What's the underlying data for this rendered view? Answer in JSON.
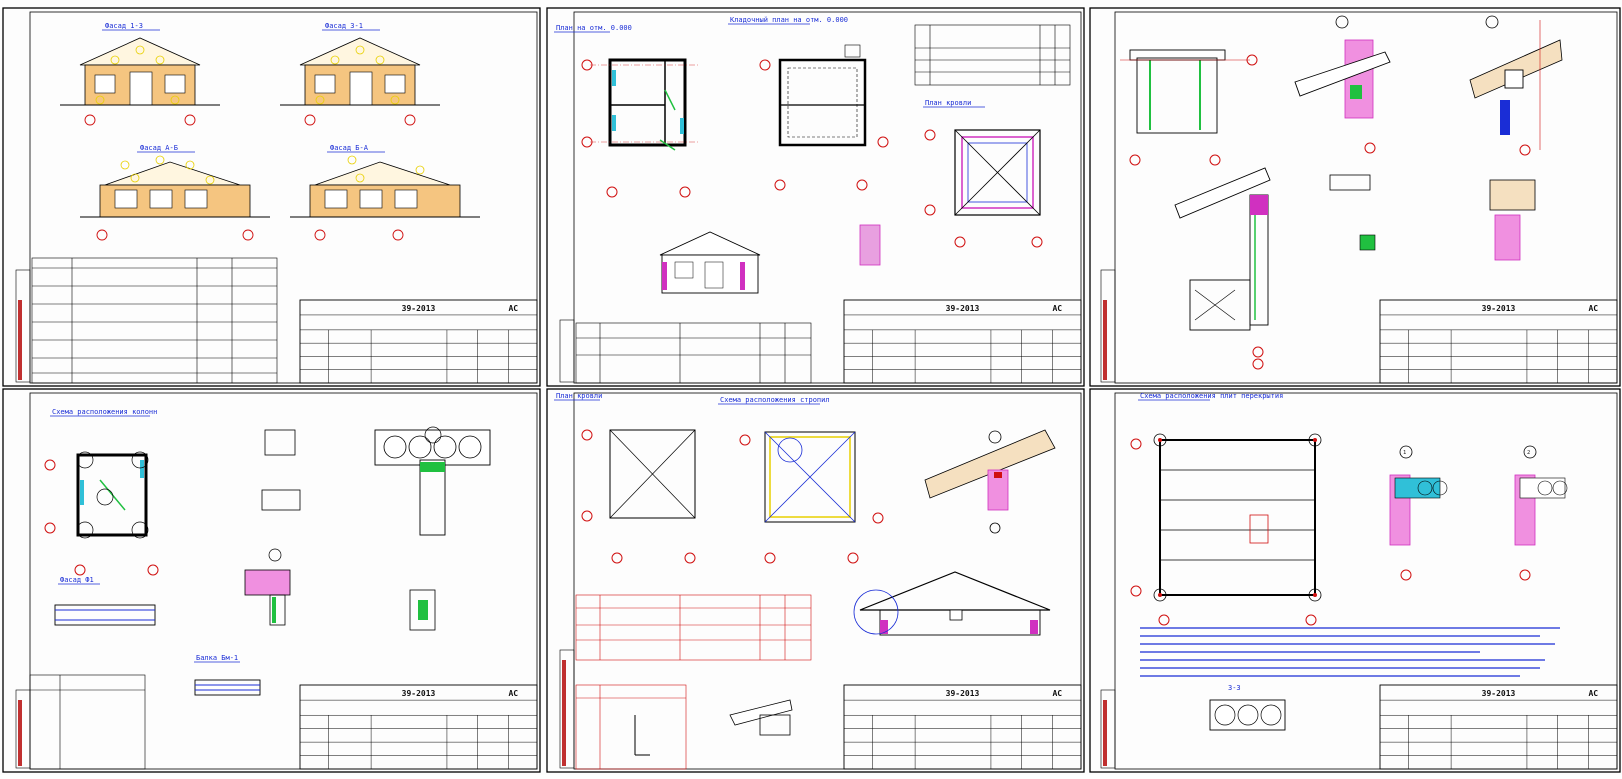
{
  "sheets": [
    {
      "id": "sheet-1",
      "titles": [
        "Фасад 1-3",
        "Фасад 3-1",
        "Фасад А-Б",
        "Фасад Б-А"
      ],
      "code": "39-2013",
      "mark": "АС"
    },
    {
      "id": "sheet-2",
      "titles": [
        "План на отм. 0.000",
        "Кладочный план на отм. 0.000",
        "План кровли"
      ],
      "code": "39-2013",
      "mark": "АС"
    },
    {
      "id": "sheet-3",
      "titles": [
        "Фасад А-Б",
        "1-1",
        "2-2"
      ],
      "code": "39-2013",
      "mark": "АС"
    },
    {
      "id": "sheet-4",
      "titles": [
        "Схема расположения колонн",
        "Фасад Ф1",
        "Балка Бм-1"
      ],
      "code": "39-2013",
      "mark": "АС"
    },
    {
      "id": "sheet-5",
      "titles": [
        "План кровли",
        "Схема расположения стропил",
        "Узел 1"
      ],
      "code": "39-2013",
      "mark": "АС"
    },
    {
      "id": "sheet-6",
      "titles": [
        "Схема расположения плит перекрытия",
        "1",
        "2",
        "3-3"
      ],
      "code": "39-2013",
      "mark": "АС"
    }
  ],
  "colors": {
    "frame": "#000000",
    "axis": "#d01010",
    "title_text": "#1a2dd6",
    "facade": "#e8a040",
    "highlight": "#f0e000",
    "hatch": "#d030c0",
    "window": "#30c0d8",
    "green": "#20c040"
  }
}
